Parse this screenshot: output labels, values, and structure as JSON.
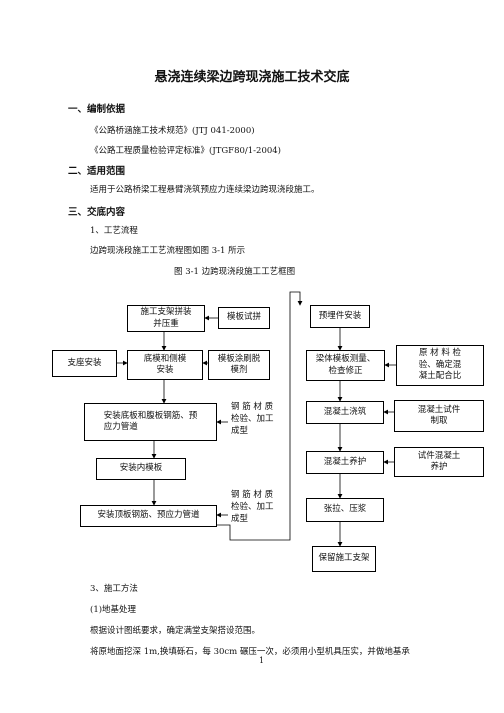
{
  "title": "悬浇连续梁边跨现浇施工技术交底",
  "sections": {
    "s1_heading": "一、编制依据",
    "s1_line1": "《公路桥涵施工技术规范》(JTJ 041-2000)",
    "s1_line2": "《公路工程质量检验评定标准》(JTGF80/1-2004)",
    "s2_heading": "二、适用范围",
    "s2_line1": "适用于公路桥梁工程悬臂浇筑预应力连续梁边跨现浇段施工。",
    "s3_heading": "三、交底内容",
    "s3_sub1": "1、工艺流程",
    "s3_line1": "边跨现浇段施工工艺流程图如图 3-1 所示",
    "figure_caption": "图 3-1    边跨现浇段施工工艺框图"
  },
  "flow": {
    "left": {
      "b1_l1": "施工支架拼装",
      "b1_l2": "并压重",
      "b2": "模板试拼",
      "b3": "支座安装",
      "b4_l1": "底模和侧模",
      "b4_l2": "安装",
      "b5_l1": "模板涂刷脱",
      "b5_l2": "模剂",
      "b6_l1": "安装底板和腹板钢筋、预",
      "b6_l2": "应力管道",
      "b7_l1": "钢 筋 材 质",
      "b7_l2": "检验、加工",
      "b7_l3": "成型",
      "b8": "安装内模板",
      "b9": "安装顶板钢筋、预应力管道",
      "b10_l1": "钢 筋 材 质",
      "b10_l2": "检验、加工",
      "b10_l3": "成型"
    },
    "right": {
      "r1": "预埋件安装",
      "r2_l1": "梁体模板测量、",
      "r2_l2": "检查修正",
      "r3_l1": "原 材 料 检",
      "r3_l2": "验、确定混",
      "r3_l3": "凝土配合比",
      "r4": "混凝土浇筑",
      "r5_l1": "混凝土试件",
      "r5_l2": "制取",
      "r6": "混凝土养护",
      "r7_l1": "试件混凝土",
      "r7_l2": "养护",
      "r8": "张拉、压浆",
      "r9": "保留施工支架"
    }
  },
  "after": {
    "s3_sub3": "3、施工方法",
    "sub_a": "(1)地基处理",
    "line_a": "根据设计图纸要求，确定满堂支架搭设范围。",
    "line_b": "将原地面挖深 1m,换填砾石，每 30cm 碾压一次，必须用小型机具压实，并做地基承"
  },
  "page_number": "1"
}
